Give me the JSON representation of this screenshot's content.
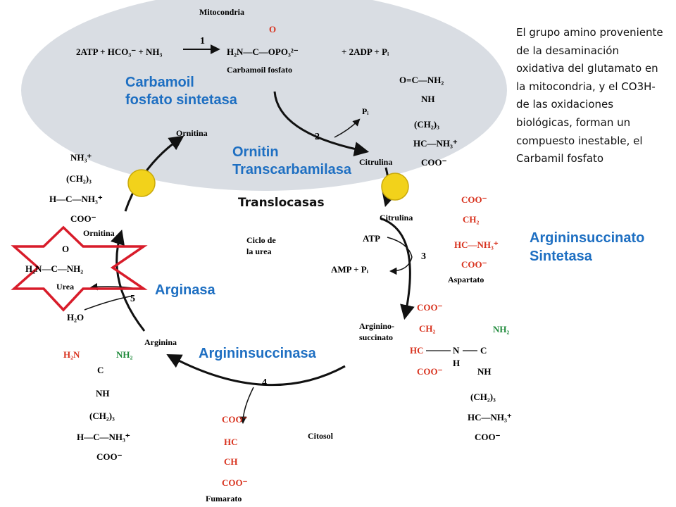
{
  "mito": {
    "label": "Mitocondria",
    "reaction1": {
      "eq_left": "2ATP + HCO₃⁻ + NH₃",
      "arrow_number": "1",
      "product": "H₂N—C—OPO₃²⁻",
      "rest": "+ 2ADP + Pᵢ",
      "o_top": "O",
      "product_label": "Carbamoil fosfato"
    },
    "enzyme1": [
      "Carbamoil",
      "fosfato sintetasa"
    ],
    "enzyme2": [
      "Ornitin",
      "Transcarbamilasa"
    ],
    "pi_label": "Pᵢ",
    "step2": "2",
    "ornitina_label": "Ornitina",
    "citrulina_label": "Citrulina",
    "citrulina_struct": [
      "O=C—NH₂",
      "NH",
      "(CH₂)₃",
      "HC—NH₃⁺",
      "COO⁻"
    ]
  },
  "note": "El grupo amino proveniente de la desaminación oxidativa del glutamato  en la mitocondria, y el CO3H- de las oxidaciones biológicas, forman un compuesto inestable, el Carbamil fosfato",
  "translocasas": "Translocasas",
  "cycle": {
    "center_line1": "Ciclo de",
    "center_line2": "la urea",
    "citosol": "Citosol",
    "citrulina": "Citrulina",
    "atp": "ATP",
    "amp": "AMP + Pᵢ",
    "step3": "3",
    "argininosuccinato": [
      "Arginino-",
      "succinato"
    ],
    "step4": "4",
    "fumarato": "Fumarato",
    "arginina": "Arginina",
    "step5": "5",
    "h2o": "H₂O",
    "urea": "Urea",
    "ornitina": "Ornitina",
    "aspartato": "Aspartato",
    "urea_struct": {
      "o": "O",
      "line": "H₂N—C—NH₂"
    },
    "ornitina_struct": [
      "NH₃⁺",
      "(CH₂)₃",
      "H—C—NH₃⁺",
      "COO⁻"
    ]
  },
  "enzymes": {
    "argininsuccinato_sintetasa": [
      "Argininsuccinato",
      "Sintetasa"
    ],
    "arginasa": "Arginasa",
    "argininsuccinasa": "Argininsuccinasa"
  },
  "aspartato_struct": [
    "COO⁻",
    "CH₂",
    "HC—NH₃⁺",
    "COO⁻"
  ],
  "argsuc_struct": {
    "left": [
      "COO⁻",
      "CH₂",
      "HC",
      "COO⁻"
    ],
    "n": "N",
    "h": "H",
    "c": "C",
    "nh2": "NH₂",
    "right": [
      "NH",
      "(CH₂)₃",
      "HC—NH₃⁺",
      "COO⁻"
    ]
  },
  "arginina_struct": {
    "h2n": "H₂N",
    "nh2": "NH₂",
    "c": "C",
    "rest": [
      "NH",
      "(CH₂)₃",
      "H—C—NH₃⁺",
      "COO⁻"
    ]
  },
  "fumarato_struct": [
    "COO⁻",
    "HC",
    "CH",
    "COO⁻"
  ],
  "colors": {
    "mito_bg": "#d9dde3",
    "enzyme": "#1e6fc2",
    "red_group": "#d8321e",
    "green_group": "#1f8a3b",
    "translocase": "#f2d21b",
    "star": "#d81c2a"
  }
}
